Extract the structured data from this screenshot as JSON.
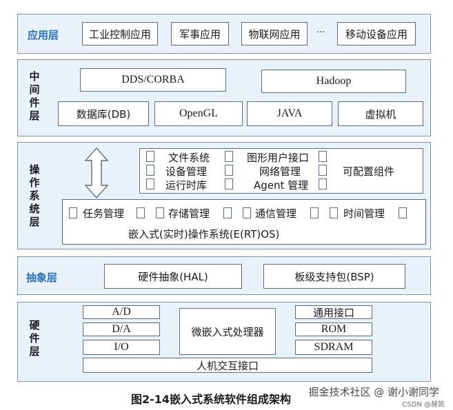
{
  "app_layer": {
    "label": "应用层",
    "items": [
      "工业控制应用",
      "军事应用",
      "物联网应用",
      "移动设备应用"
    ],
    "ellipsis": "···"
  },
  "middleware_layer": {
    "label": "中间件层",
    "row1": [
      "DDS/CORBA",
      "Hadoop"
    ],
    "row2": [
      "数据库(DB)",
      "OpenGL",
      "JAVA",
      "虚拟机"
    ]
  },
  "os_layer": {
    "label": "操作系统层",
    "configurable_left": [
      "文件系统",
      "设备管理",
      "运行时库"
    ],
    "configurable_right": [
      "图形用户接口",
      "网络管理",
      "Agent 管理"
    ],
    "configurable_label": "可配置组件",
    "kernel_items": [
      "任务管理",
      "存储管理",
      "通信管理",
      "时间管理"
    ],
    "kernel_label": "嵌入式(实时)操作系统(E(RT)OS)"
  },
  "abstraction_layer": {
    "label": "抽象层",
    "items": [
      "硬件抽象(HAL)",
      "板级支持包(BSP)"
    ]
  },
  "hardware_layer": {
    "label": "硬件层",
    "left": [
      "A/D",
      "D/A",
      "I/O"
    ],
    "center": "微嵌入式处理器",
    "right": [
      "通用接口",
      "ROM",
      "SDRAM"
    ],
    "bottom": "人机交互接口"
  },
  "caption": "图2-14嵌入式系统软件组成架构",
  "watermark": "掘金技术社区 @ 谢小谢同学",
  "watermark_sub": "CSDN @赫凯",
  "colors": {
    "layer_bg": "#e9f2fb",
    "layer_border": "#7f8fa6",
    "label_blue": "#2b6fb8"
  }
}
